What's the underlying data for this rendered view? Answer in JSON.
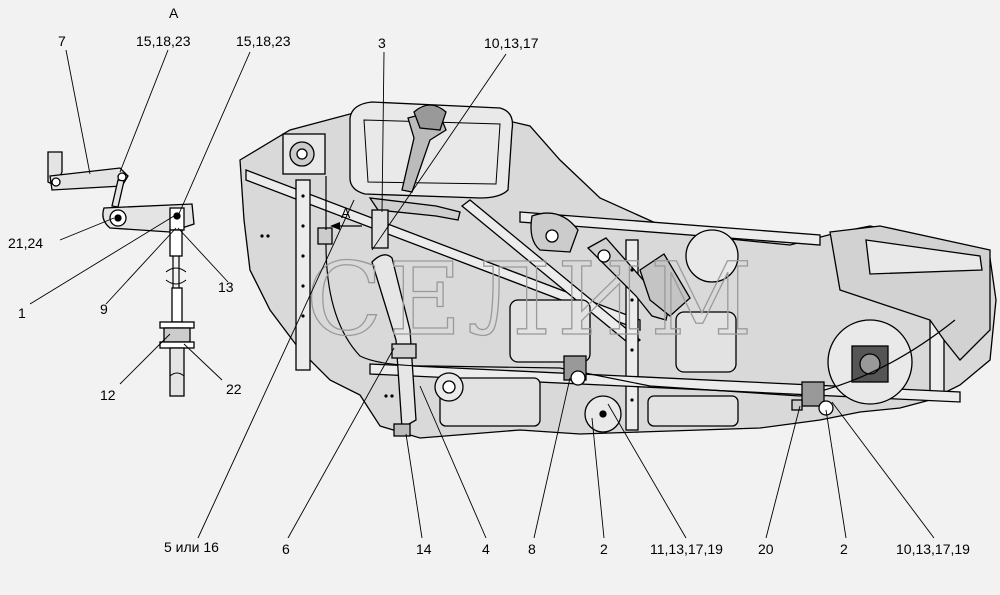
{
  "view_label": "А",
  "section_arrow_label": "А",
  "watermark": "СЕЛИМ",
  "callouts": {
    "c7": "7",
    "c15a": "15,18,23",
    "c15b": "15,18,23",
    "c3": "3",
    "c10top": "10,13,17",
    "c21": "21,24",
    "c13": "13",
    "c1": "1",
    "c9": "9",
    "c12": "12",
    "c22": "22",
    "c5": "5 или 16",
    "c6": "6",
    "c14": "14",
    "c4": "4",
    "c8": "8",
    "c2a": "2",
    "c11": "11,13,17,19",
    "c20": "20",
    "c2b": "2",
    "c10bot": "10,13,17,19"
  }
}
